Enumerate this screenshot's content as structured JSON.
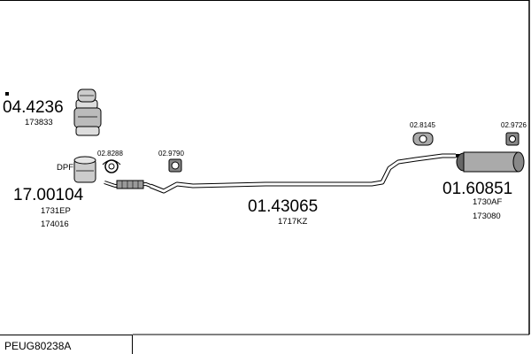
{
  "parts": {
    "cat_part_no": "04.4236",
    "cat_ref": "173833",
    "dpf_label": "DPF",
    "dpf_part_no": "17.00104",
    "dpf_ref_1": "1731EP",
    "dpf_ref_2": "174016",
    "gasket_1": "02.8288",
    "mount_1": "02.9790",
    "mid_part_no": "01.43065",
    "mid_ref": "1717KZ",
    "clamp_1": "02.8145",
    "hanger_1": "02.9726",
    "rear_part_no": "01.60851",
    "rear_ref_1": "1730AF",
    "rear_ref_2": "173080"
  },
  "footer": {
    "reference": "PEUG80238A"
  }
}
